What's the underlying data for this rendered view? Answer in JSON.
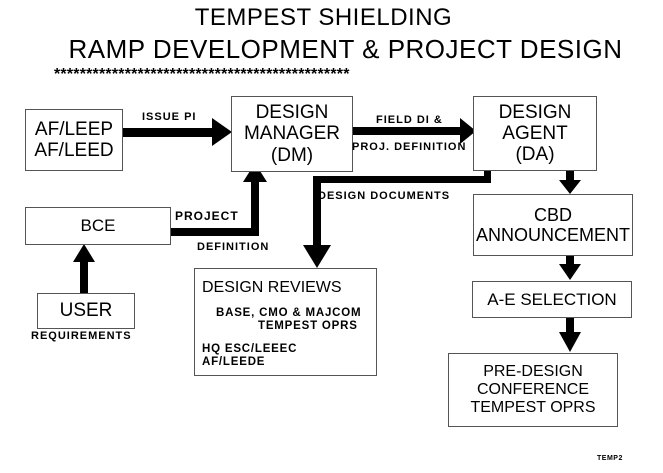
{
  "title": {
    "line1": "TEMPEST SHIELDING",
    "line2": "RAMP DEVELOPMENT & PROJECT DESIGN",
    "divider": "**********************************************"
  },
  "nodes": {
    "af_leep": {
      "line1": "AF/LEEP",
      "line2": "AF/LEED"
    },
    "design_manager": {
      "line1": "DESIGN",
      "line2": "MANAGER",
      "line3": "(DM)"
    },
    "design_agent": {
      "line1": "DESIGN",
      "line2": "AGENT",
      "line3": "(DA)"
    },
    "bce": {
      "label": "BCE"
    },
    "user": {
      "label": "USER"
    },
    "cbd": {
      "line1": "CBD",
      "line2": "ANNOUNCEMENT"
    },
    "ae_selection": {
      "label": "A-E SELECTION"
    },
    "design_reviews": {
      "heading": "DESIGN REVIEWS",
      "line1": "BASE, CMO & MAJCOM",
      "line2": "TEMPEST OPRS",
      "line3": "HQ ESC/LEEEC",
      "line4": "AF/LEEDE"
    },
    "pre_design": {
      "line1": "PRE-DESIGN",
      "line2": "CONFERENCE",
      "line3": "TEMPEST OPRS"
    }
  },
  "edges": {
    "issue_pi": "ISSUE PI",
    "field_di": "FIELD DI &",
    "proj_definition": "PROJ. DEFINITION",
    "design_documents": "DESIGN DOCUMENTS",
    "project": "PROJECT",
    "definition": "DEFINITION",
    "requirements": "REQUIREMENTS"
  },
  "footer": {
    "code": "TEMP2"
  }
}
